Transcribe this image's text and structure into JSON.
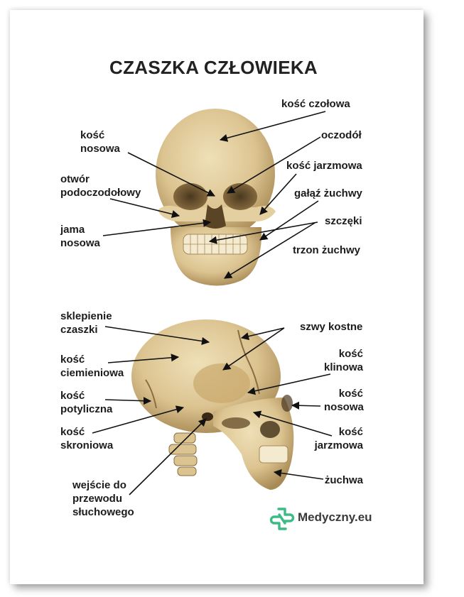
{
  "title": "CZASZKA CZŁOWIEKA",
  "front_view": {
    "labels": [
      {
        "id": "kosc-czolowa",
        "lines": [
          "kość czołowa"
        ]
      },
      {
        "id": "kosc-nosowa",
        "lines": [
          "kość",
          "nosowa"
        ]
      },
      {
        "id": "oczodol",
        "lines": [
          "oczodół"
        ]
      },
      {
        "id": "kosc-jarzmowa",
        "lines": [
          "kość jarzmowa"
        ]
      },
      {
        "id": "otwor-podoczodolowy",
        "lines": [
          "otwór",
          "podoczodołowy"
        ]
      },
      {
        "id": "galaz-zuchwy",
        "lines": [
          "gałąź żuchwy"
        ]
      },
      {
        "id": "szczeki",
        "lines": [
          "szczęki"
        ]
      },
      {
        "id": "jama-nosowa",
        "lines": [
          "jama",
          "nosowa"
        ]
      },
      {
        "id": "trzon-zuchwy",
        "lines": [
          "trzon żuchwy"
        ]
      }
    ]
  },
  "side_view": {
    "labels": [
      {
        "id": "sklepienie-czaszki",
        "lines": [
          "sklepienie",
          "czaszki"
        ]
      },
      {
        "id": "szwy-kostne",
        "lines": [
          "szwy kostne"
        ]
      },
      {
        "id": "kosc-ciemieniowa",
        "lines": [
          "kość",
          "ciemieniowa"
        ]
      },
      {
        "id": "kosc-klinowa",
        "lines": [
          "kość",
          "klinowa"
        ]
      },
      {
        "id": "kosc-potyliczna",
        "lines": [
          "kość",
          "potyliczna"
        ]
      },
      {
        "id": "kosc-nosowa-side",
        "lines": [
          "kość",
          "nosowa"
        ]
      },
      {
        "id": "kosc-skroniowa",
        "lines": [
          "kość",
          "skroniowa"
        ]
      },
      {
        "id": "kosc-jarzmowa-side",
        "lines": [
          "kość",
          "jarzmowa"
        ]
      },
      {
        "id": "zuchwa",
        "lines": [
          "żuchwa"
        ]
      },
      {
        "id": "wejscie-przewodu",
        "lines": [
          "wejście do",
          "przewodu",
          "słuchowego"
        ]
      }
    ]
  },
  "logo": {
    "text": "Medyczny.eu",
    "icon": "medical-cross-s-icon",
    "color": "#3dbb84"
  },
  "colors": {
    "bone_light": "#e8d6a8",
    "bone_mid": "#cfb27a",
    "bone_dark": "#7a5e33",
    "text": "#1c1c1c"
  }
}
